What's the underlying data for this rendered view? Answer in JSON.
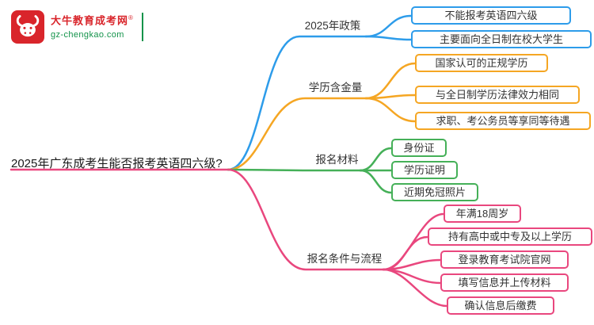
{
  "logo": {
    "brand": "大牛教育成考网",
    "reg": "®",
    "site": "gz-chengkao.com",
    "icon": "bull-icon",
    "brand_color": "#D9252B",
    "site_color": "#13934A"
  },
  "root": {
    "label": "2025年广东成考生能否报考英语四六级?"
  },
  "branches": [
    {
      "label": "2025年政策",
      "color": "#2D9CEA",
      "children": [
        "不能报考英语四六级",
        "主要面向全日制在校大学生"
      ]
    },
    {
      "label": "学历含金量",
      "color": "#F5A623",
      "children": [
        "国家认可的正规学历",
        "与全日制学历法律效力相同",
        "求职、考公务员等享同等待遇"
      ]
    },
    {
      "label": "报名材料",
      "color": "#45B058",
      "children": [
        "身份证",
        "学历证明",
        "近期免冠照片"
      ]
    },
    {
      "label": "报名条件与流程",
      "color": "#E9477E",
      "children": [
        "年满18周岁",
        "持有高中或中专及以上学历",
        "登录教育考试院官网",
        "填写信息并上传材料",
        "确认信息后缴费"
      ]
    }
  ]
}
